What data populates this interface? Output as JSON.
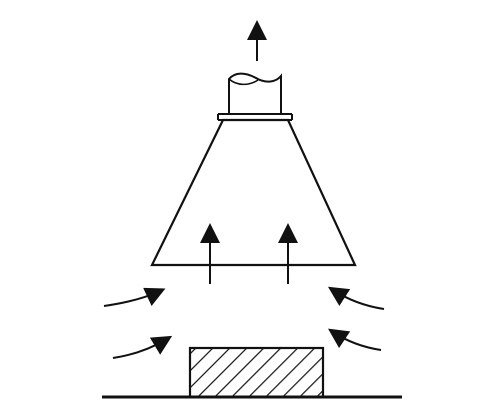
{
  "diagram": {
    "background_color": "#ffffff",
    "line_color": "#111111",
    "components": [
      "exhaust-arrow-up",
      "exhaust-duct",
      "duct-flange",
      "exhaust-hood",
      "hood-airflow-arrows",
      "inflow-arrows-left",
      "inflow-arrows-right",
      "contaminant-source",
      "floor-line"
    ],
    "hatch_pattern": "diagonal"
  }
}
